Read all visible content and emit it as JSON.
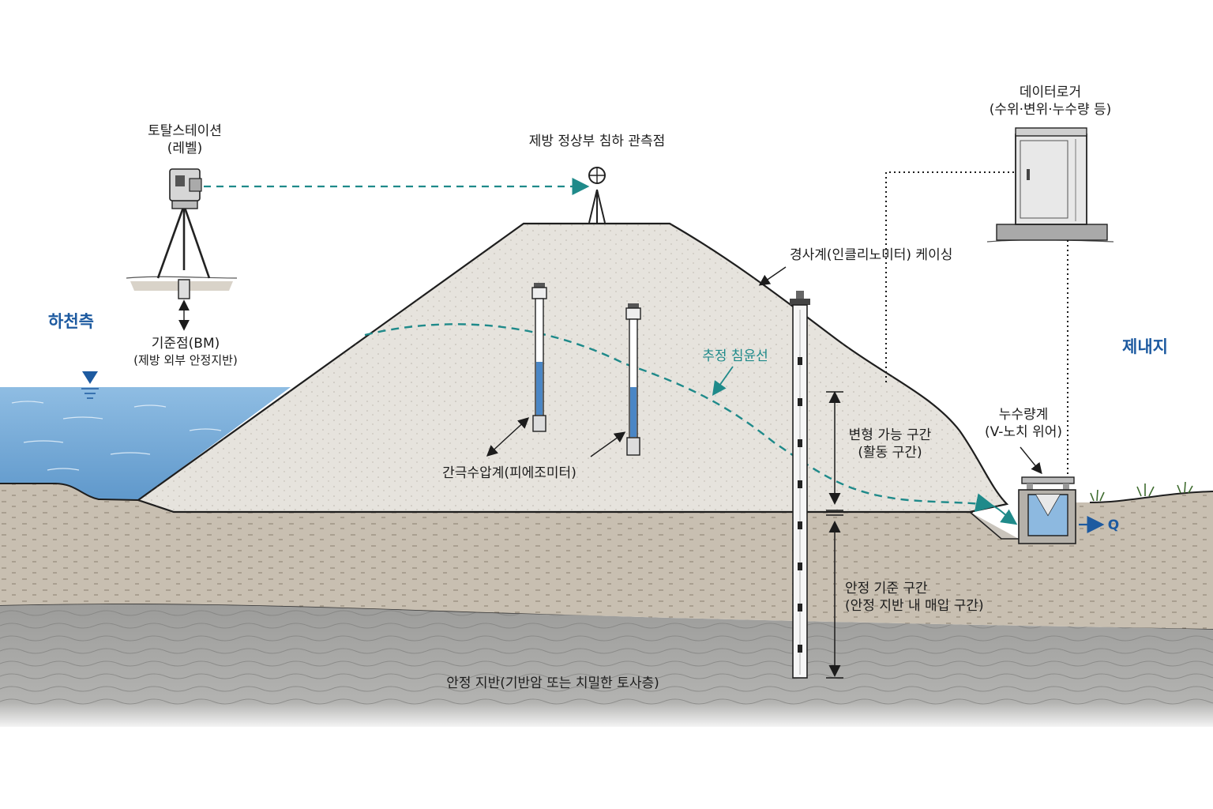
{
  "labels": {
    "total_station": {
      "line1": "토탈스테이션",
      "line2": "(레벨)"
    },
    "benchmark": {
      "line1": "기준점(BM)",
      "line2": "(제방 외부 안정지반)"
    },
    "river_side": "하천측",
    "crest_point": "제방 정상부 침하 관측점",
    "datalogger": {
      "line1": "데이터로거",
      "line2": "(수위·변위·누수량 등)"
    },
    "inclinometer_casing": "경사계(인클리노미터) 케이싱",
    "landside": "제내지",
    "phreatic_line": "추정 침윤선",
    "piezometer": "간극수압계(피에조미터)",
    "deformable_zone": {
      "line1": "변형 가능 구간",
      "line2": "(활동 구간)"
    },
    "seepage_meter": {
      "line1": "누수량계",
      "line2": "(V-노치 위어)"
    },
    "flow": "Q",
    "stable_zone": {
      "line1": "안정 기준 구간",
      "line2": "(안정 지반 내 매입 구간)"
    },
    "bedrock": "안정 지반(기반암 또는 치밀한 토사층)"
  },
  "icons": [
    "total-station-icon",
    "survey-target-icon",
    "water-level-icon",
    "datalogger-cabinet-icon",
    "piezometer-icon",
    "inclinometer-icon",
    "v-notch-weir-icon",
    "grass-icon"
  ],
  "colors": {
    "water": "#7fb2dc",
    "embankment": "#e4e1db",
    "foundation": "#c9c0b3",
    "bedrock": "#a3a3a1",
    "phreatic": "#1f8a8a",
    "accent_blue": "#1d5aa0",
    "outline": "#222222"
  }
}
